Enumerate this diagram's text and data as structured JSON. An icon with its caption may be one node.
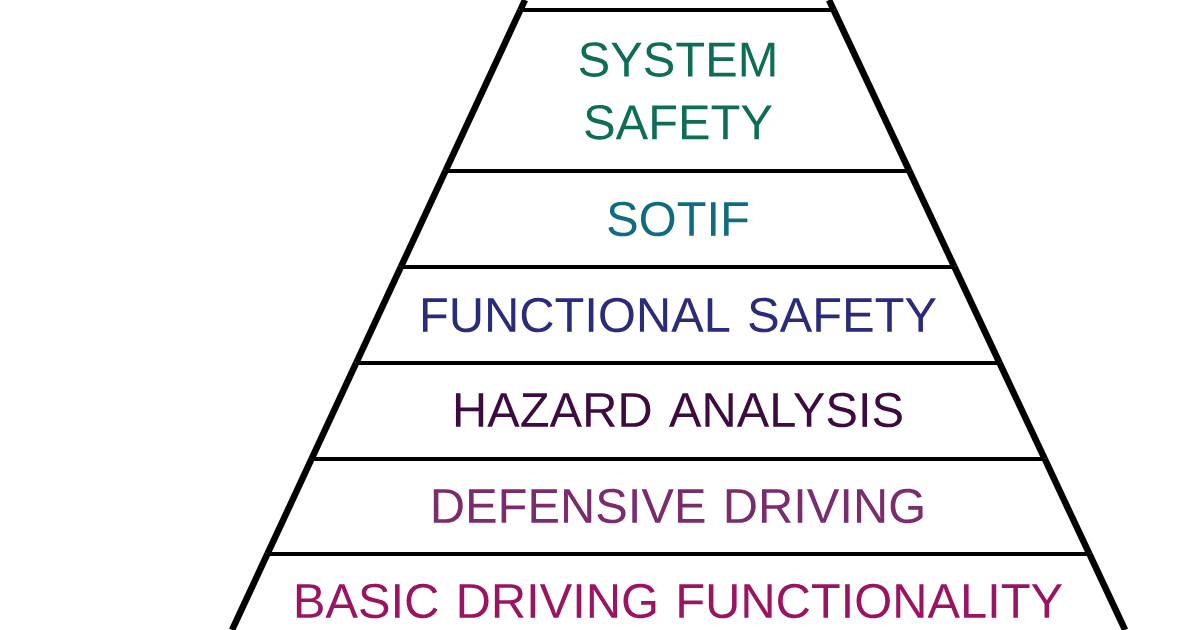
{
  "diagram": {
    "nodes": [
      {
        "text": [],
        "shape": "trapezoid"
      },
      {
        "text": [
          "SYSTEM SAFETY"
        ]
      },
      {
        "text": [
          "SOTIF"
        ]
      },
      {
        "text": [
          "FUNCTIONAL SAFETY"
        ]
      },
      {
        "text": [
          "HAZARD ANALYSIS"
        ]
      },
      {
        "text": [
          "DEFENSIVE DRIVING"
        ]
      },
      {
        "text": [
          "BASIC DRIVING FUNCTIONALITY"
        ]
      }
    ]
  }
}
